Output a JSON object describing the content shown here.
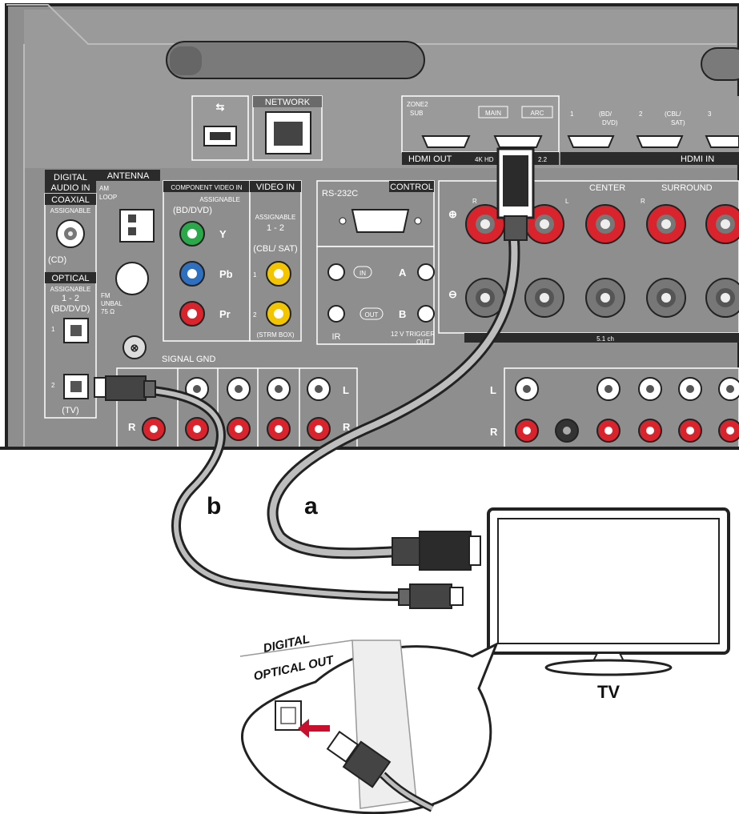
{
  "panel": {
    "network": "NETWORK",
    "usb_symbol": "⇆",
    "digital_audio_in_line1": "DIGITAL",
    "digital_audio_in_line2": "AUDIO IN",
    "antenna": "ANTENNA",
    "am_loop_line1": "AM",
    "am_loop_line2": "LOOP",
    "coaxial": "COAXIAL",
    "coaxial_assignable": "ASSIGNABLE",
    "coaxial_cd": "(CD)",
    "optical": "OPTICAL",
    "optical_assignable": "ASSIGNABLE",
    "optical_range": "1 - 2",
    "optical_bd": "(BD/DVD)",
    "optical_port1": "1",
    "optical_port2": "2",
    "optical_tv": "(TV)",
    "fm_line1": "FM",
    "fm_line2": "UNBAL",
    "fm_line3": "75 Ω",
    "component_video_in": "COMPONENT VIDEO IN",
    "component_assignable": "ASSIGNABLE",
    "component_bd": "(BD/DVD)",
    "comp_y": "Y",
    "comp_pb": "Pb",
    "comp_pr": "Pr",
    "video_in": "VIDEO IN",
    "video_assignable": "ASSIGNABLE",
    "video_range": "1 - 2",
    "video_cbl": "(CBL/ SAT)",
    "video_port1": "1",
    "video_port2": "2",
    "video_strm": "(STRM BOX)",
    "rs232c": "RS-232C",
    "control": "CONTROL",
    "ir_in": "IN",
    "ir_out": "OUT",
    "ir": "IR",
    "trigger_a": "A",
    "trigger_b": "B",
    "trigger_12v": "12 V  TRIGGER",
    "trigger_out": "OUT",
    "signal_gnd": "SIGNAL GND",
    "zone2_sub_line1": "ZONE2",
    "zone2_sub_line2": "SUB",
    "hdmi_main": "MAIN",
    "hdmi_arc": "ARC",
    "hdmi_out": "HDMI OUT",
    "hdmi_4k": "4K HD",
    "hdmi_22": "2.2",
    "hdmi_in_1_num": "1",
    "hdmi_in_1_label_line1": "(BD/",
    "hdmi_in_1_label_line2": "DVD)",
    "hdmi_in_2_num": "2",
    "hdmi_in_2_label_line1": "(CBL/",
    "hdmi_in_2_label_line2": "SAT)",
    "hdmi_in_3_num": "3",
    "hdmi_in": "HDMI IN",
    "speaker_r": "R",
    "speaker_l": "L",
    "center": "CENTER",
    "surround": "SURROUND",
    "surround_r": "R",
    "plus": "⊕",
    "minus": "⊖",
    "five_one": "5.1 ch",
    "audio_l": "L",
    "audio_r": "R",
    "audio_l2": "L",
    "audio_r2": "R",
    "lower_l": "L",
    "lower_r": "R"
  },
  "cables": {
    "label_a": "a",
    "label_b": "b"
  },
  "tv": {
    "label": "TV"
  },
  "callout": {
    "line1": "DIGITAL",
    "line2": "OPTICAL OUT"
  },
  "colors": {
    "panel": "#8b8b8b",
    "panel_dark": "#2b2b2b",
    "speaker_red": "#d9232d",
    "comp_green": "#2aa84a",
    "comp_blue": "#2f6fc0",
    "video_yellow": "#f2c500"
  }
}
